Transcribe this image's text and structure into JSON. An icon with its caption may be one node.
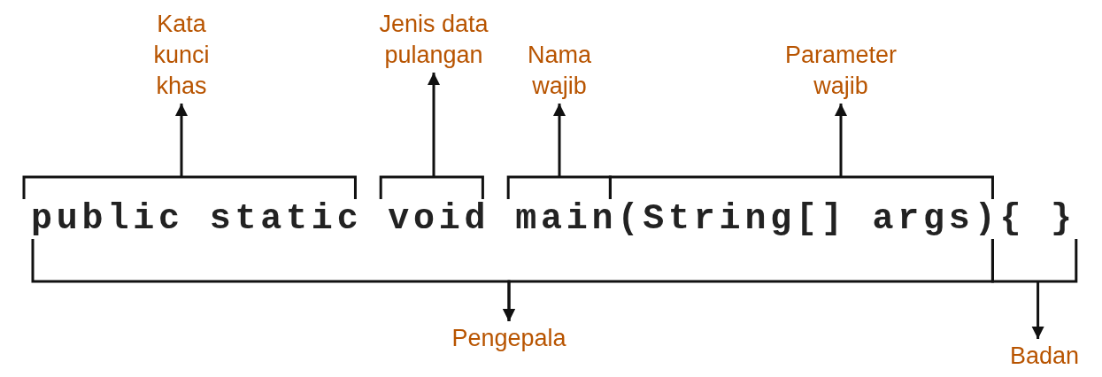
{
  "diagram": {
    "nodes": [
      {
        "text": [
          "Kata kunci khas"
        ]
      },
      {
        "text": [
          "Jenis data pulangan"
        ]
      },
      {
        "text": [
          "Nama wajib"
        ]
      },
      {
        "text": [
          "Parameter wajib"
        ]
      },
      {
        "text": [
          "public static"
        ]
      },
      {
        "text": [
          "void"
        ]
      },
      {
        "text": [
          "main"
        ]
      },
      {
        "text": [
          "(String[] args)"
        ]
      },
      {
        "text": [
          "{ }"
        ]
      },
      {
        "text": [
          "Pengepala"
        ]
      },
      {
        "text": [
          "Badan"
        ]
      }
    ],
    "edges": [
      {
        "from": 4,
        "to": 0,
        "arrow": "to"
      },
      {
        "from": 5,
        "to": 1,
        "arrow": "to"
      },
      {
        "from": 6,
        "to": 2,
        "arrow": "to"
      },
      {
        "from": 7,
        "to": 3,
        "arrow": "to"
      },
      {
        "from": 4,
        "to": 9,
        "arrow": "to"
      },
      {
        "from": 7,
        "to": 9,
        "arrow": "to"
      },
      {
        "from": 8,
        "to": 10,
        "arrow": "to"
      }
    ]
  }
}
